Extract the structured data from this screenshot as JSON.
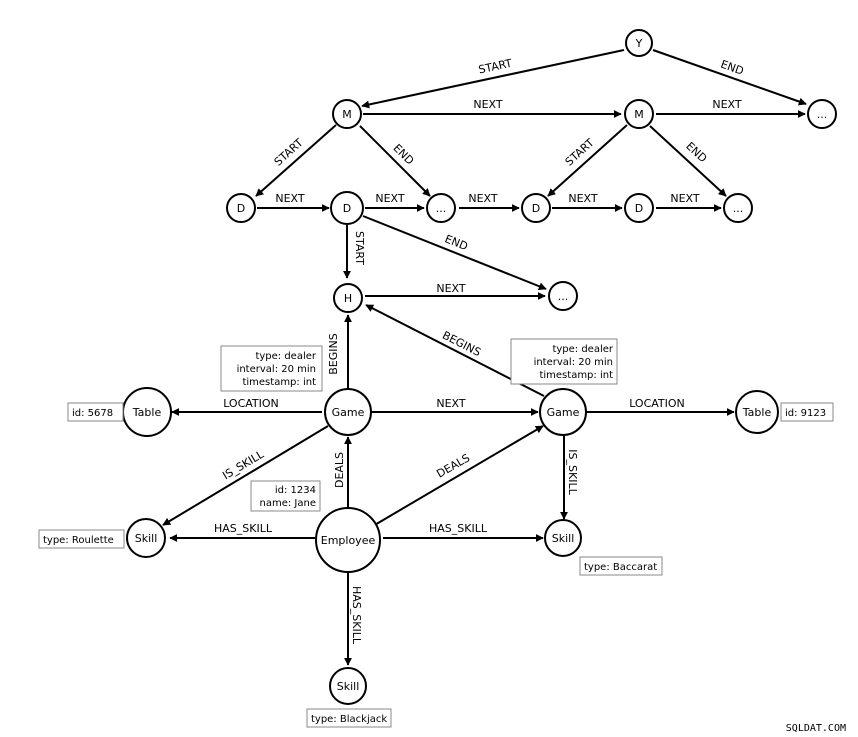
{
  "nodes": {
    "y": "Y",
    "m1": "M",
    "m2": "M",
    "ell_top": "...",
    "d1": "D",
    "d2": "D",
    "ell_mid1": "...",
    "d3": "D",
    "d4": "D",
    "ell_mid2": "...",
    "h": "H",
    "ell_h": "...",
    "game1": "Game",
    "game2": "Game",
    "table1": "Table",
    "table2": "Table",
    "skill1": "Skill",
    "skill2": "Skill",
    "skill3": "Skill",
    "employee": "Employee"
  },
  "edges": {
    "y_m1": "START",
    "y_ell": "END",
    "m1_m2": "NEXT",
    "m2_ell": "NEXT",
    "m1_d1": "START",
    "m1_ell": "END",
    "m2_d3": "START",
    "m2_ell2": "END",
    "d1_d2": "NEXT",
    "d2_ell": "NEXT",
    "ell_d3": "NEXT",
    "d3_d4": "NEXT",
    "d4_ell": "NEXT",
    "d2_h": "START",
    "d2_ell_h": "END",
    "h_ell": "NEXT",
    "game1_h": "BEGINS",
    "game2_h": "BEGINS",
    "game1_game2": "NEXT",
    "game1_table": "LOCATION",
    "game2_table": "LOCATION",
    "game1_skill": "IS_SKILL",
    "game2_skill": "IS_SKILL",
    "emp_game1": "DEALS",
    "emp_game2": "DEALS",
    "emp_skill1": "HAS_SKILL",
    "emp_skill2": "HAS_SKILL",
    "emp_skill3": "HAS_SKILL"
  },
  "props": {
    "game1": [
      "type: dealer",
      "interval: 20 min",
      "timestamp: int"
    ],
    "game2": [
      "type: dealer",
      "interval: 20 min",
      "timestamp: int"
    ],
    "table1": "id: 5678",
    "table2": "id: 9123",
    "employee": [
      "id: 1234",
      "name: Jane"
    ],
    "skill1": "type: Roulette",
    "skill2": "type: Baccarat",
    "skill3": "type: Blackjack"
  },
  "watermark": "SQLDAT.COM"
}
